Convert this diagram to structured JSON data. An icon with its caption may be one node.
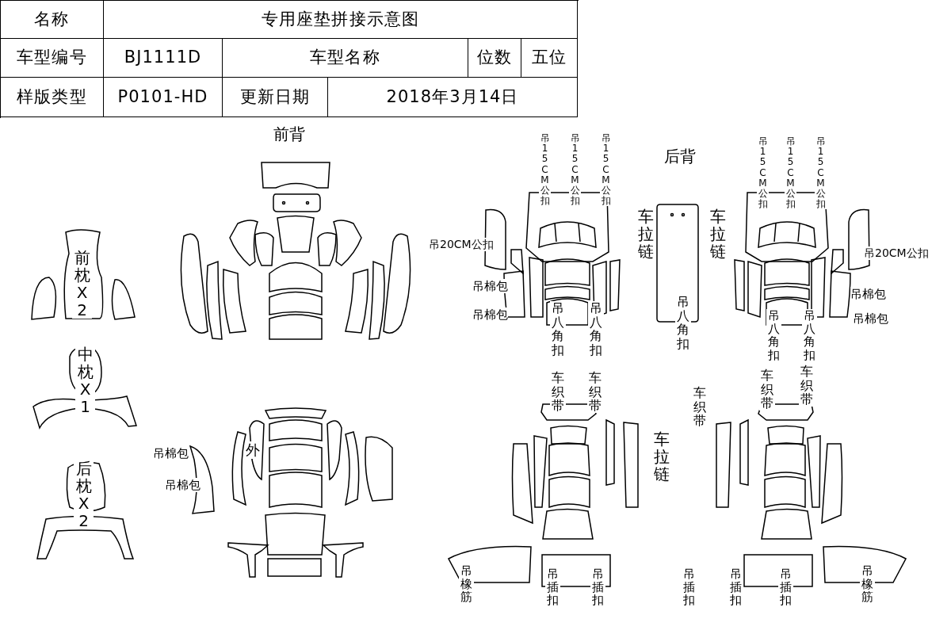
{
  "diagram": {
    "labels": [
      "名称",
      "专用座垫拼接示意图",
      "车型编号",
      "BJ1111D",
      "车型名称",
      "位数",
      "五位",
      "样版类型",
      "P0101-HD",
      "更新日期",
      "2018年3月14日",
      "前背",
      "吊15CM公扣",
      "吊15CM公扣",
      "吊15CM公扣",
      "后背",
      "吊15CM公扣",
      "吊15CM公扣",
      "吊15CM公扣",
      "车拉链",
      "车拉链",
      "吊20CM公扣",
      "吊20CM公扣",
      "前枕X2",
      "吊棉包",
      "吊棉包",
      "吊棉包",
      "吊棉包",
      "吊八角扣",
      "吊八角扣",
      "吊八角扣",
      "吊八角扣",
      "吊八角扣",
      "中枕X1",
      "车织带",
      "车织带",
      "车织带",
      "车织带",
      "车织带",
      "车拉链",
      "吊棉包",
      "外",
      "后枕X2",
      "吊棉包",
      "吊橡筋",
      "吊插扣",
      "吊插扣",
      "吊插扣",
      "吊插扣",
      "吊插扣",
      "吊橡筋"
    ]
  }
}
